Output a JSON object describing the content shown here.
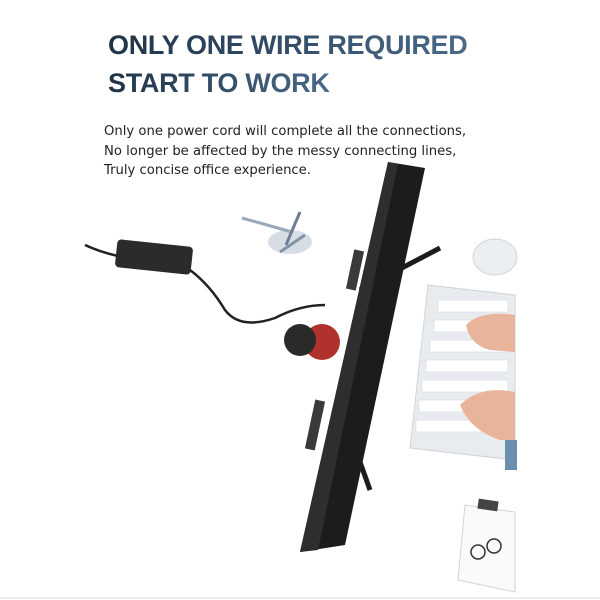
{
  "headline": {
    "line1": "ONLY ONE WIRE REQUIRED",
    "line2": "START TO WORK"
  },
  "body": {
    "lines": [
      "Only one power cord will complete all the connections,",
      "No longer be affected by the messy connecting lines,",
      "Truly concise office experience."
    ]
  },
  "colors": {
    "headline_start": "#1f3347",
    "headline_end": "#4a6a8a",
    "monitor": "#1c1c1e",
    "accent_ring": "#b0322c"
  }
}
